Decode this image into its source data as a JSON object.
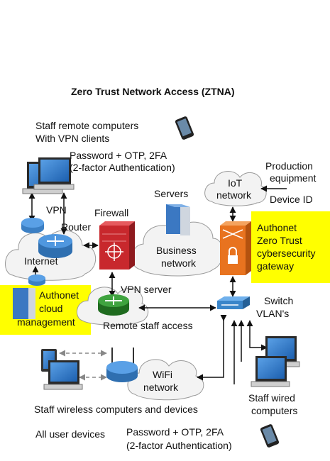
{
  "title": "Zero Trust Network Access (ZTNA)",
  "labels": {
    "remote_line1": "Staff remote computers",
    "remote_line2": "With VPN clients",
    "auth_top_line1": "Password + OTP, 2FA",
    "auth_top_line2": "(2-factor Authentication)",
    "production_line1": "Production",
    "production_line2": "equipment",
    "iot_line1": "IoT",
    "iot_line2": "network",
    "device_id": "Device ID",
    "servers": "Servers",
    "vpn": "VPN",
    "firewall": "Firewall",
    "router": "Router",
    "business_line1": "Business",
    "business_line2": "network",
    "gateway_line1": "Authonet",
    "gateway_line2": "Zero Trust",
    "gateway_line3": "cybersecurity",
    "gateway_line4": "gateway",
    "internet": "Internet",
    "cloud_mgmt_line1": "Authonet",
    "cloud_mgmt_line2": "cloud",
    "cloud_mgmt_line3": "management",
    "vpn_server": "VPN server",
    "remote_access": "Remote staff access",
    "switch_line1": "Switch",
    "switch_line2": "VLAN's",
    "wifi_line1": "WiFi",
    "wifi_line2": "network",
    "wireless_devices": "Staff wireless computers and devices",
    "wired_line1": "Staff wired",
    "wired_line2": "computers",
    "all_devices": "All user devices",
    "auth_bottom_line1": "Password + OTP, 2FA",
    "auth_bottom_line2": "(2-factor Authentication)"
  },
  "colors": {
    "highlight": "#ffff00",
    "firewall": "#c8282d",
    "gateway": "#e8731f",
    "vpn_server": "#2e8b2e",
    "router": "#2f7ec4",
    "switch": "#3a85c9",
    "cloud_fill": "#f2f2f2",
    "server": "#3b78c2"
  },
  "icons": [
    "phone-icon",
    "computer-icon",
    "cloud-icon",
    "server-icon",
    "firewall-icon",
    "router-icon",
    "switch-icon",
    "gateway-icon",
    "wifi-access-point-icon",
    "tablet-icon"
  ]
}
